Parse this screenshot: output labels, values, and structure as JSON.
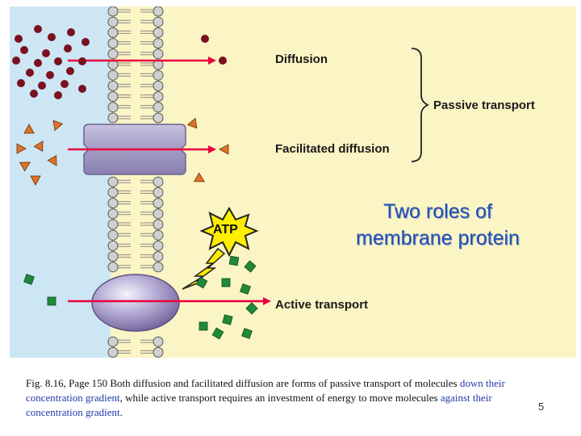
{
  "diagram": {
    "labels": {
      "diffusion": "Diffusion",
      "passive_transport": "Passive transport",
      "facilitated_diffusion": "Facilitated diffusion",
      "active_transport": "Active transport",
      "atp": "ATP"
    },
    "title_line1": "Two roles of",
    "title_line2": "membrane protein",
    "colors": {
      "extracellular": "#cce6f4",
      "intracellular": "#fbf4c4",
      "arrow": "#e8003d",
      "channel_protein": "#a49bc4",
      "pump_protein": "#9c8cc8",
      "diffusion_molecule": "#7a1020",
      "facilitated_molecule": "#e0732a",
      "active_molecule": "#1f8a3a",
      "title": "#1f4fb4"
    }
  },
  "caption": {
    "part1": "Fig. 8.16, Page 150  Both diffusion and facilitated diffusion are forms of passive transport of molecules ",
    "highlight1": "down their concentration gradient",
    "part2": ", while active transport requires an investment of energy to move molecules ",
    "highlight2": "against their concentration gradient",
    "part3": "."
  },
  "slide_number": "5"
}
